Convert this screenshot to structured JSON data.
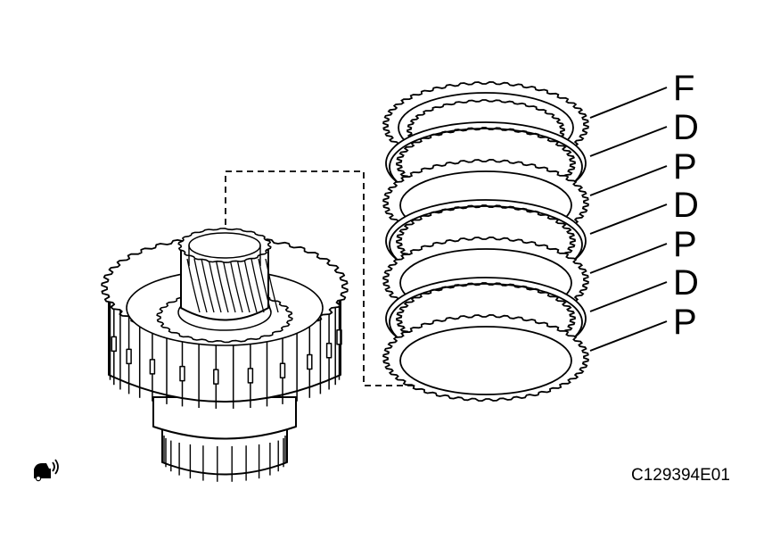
{
  "diagram": {
    "labels": [
      "F",
      "D",
      "P",
      "D",
      "P",
      "D",
      "P"
    ],
    "figure_code": "C129394E01",
    "icon": "car-sound-icon"
  },
  "colors": {
    "line": "#000000",
    "background": "#ffffff"
  }
}
